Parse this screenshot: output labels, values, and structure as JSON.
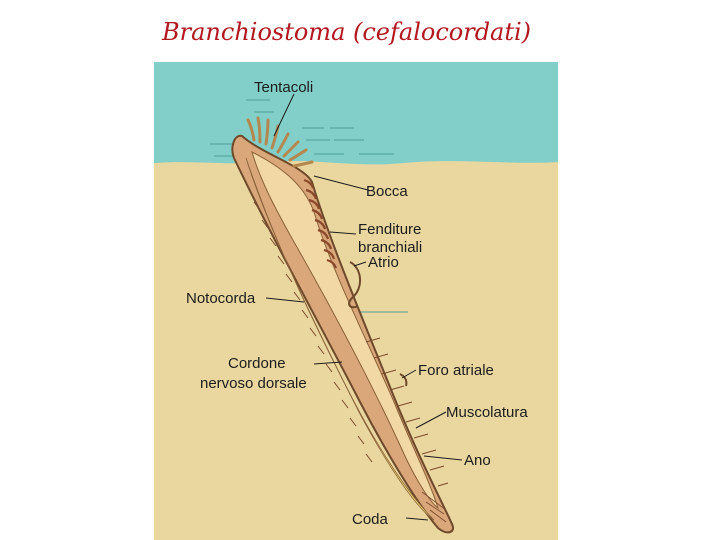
{
  "title": "Branchiostoma (cefalocordati)",
  "colors": {
    "title": "#b3171f",
    "water": "#82cec9",
    "sand": "#ead7a0",
    "body_outline": "#6e4a2a"
  },
  "labels": {
    "tentacoli": "Tentacoli",
    "bocca": "Bocca",
    "fenditure_1": "Fenditure",
    "fenditure_2": "branchiali",
    "atrio": "Atrio",
    "notocorda": "Notocorda",
    "cordone_1": "Cordone",
    "cordone_2": "nervoso dorsale",
    "foro_atriale": "Foro atriale",
    "muscolatura": "Muscolatura",
    "ano": "Ano",
    "coda": "Coda"
  }
}
